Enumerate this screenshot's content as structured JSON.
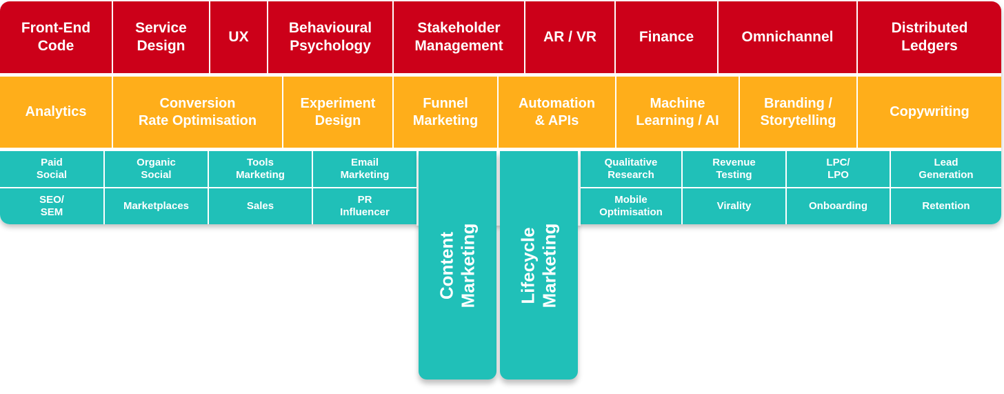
{
  "colors": {
    "red": "#cc0019",
    "orange": "#ffae1a",
    "teal": "#20c0b8"
  },
  "top_row": [
    "Front-End\nCode",
    "Service\nDesign",
    "UX",
    "Behavioural\nPsychology",
    "Stakeholder\nManagement",
    "AR / VR",
    "Finance",
    "Omnichannel",
    "Distributed\nLedgers"
  ],
  "middle_row": [
    "Analytics",
    "Conversion\nRate Optimisation",
    "Experiment\nDesign",
    "Funnel\nMarketing",
    "Automation\n& APIs",
    "Machine\nLearning / AI",
    "Branding /\nStorytelling",
    "Copywriting"
  ],
  "left_grid": {
    "row1": [
      "Paid\nSocial",
      "Organic\nSocial",
      "Tools\nMarketing",
      "Email\nMarketing"
    ],
    "row2": [
      "SEO/\nSEM",
      "Marketplaces",
      "Sales",
      "PR\nInfluencer"
    ]
  },
  "right_grid": {
    "row1": [
      "Qualitative\nResearch",
      "Revenue\nTesting",
      "LPC/\nLPO",
      "Lead\nGeneration"
    ],
    "row2": [
      "Mobile\nOptimisation",
      "Virality",
      "Onboarding",
      "Retention"
    ]
  },
  "deep_columns": [
    "Content\nMarketing",
    "Lifecycle\nMarketing"
  ]
}
